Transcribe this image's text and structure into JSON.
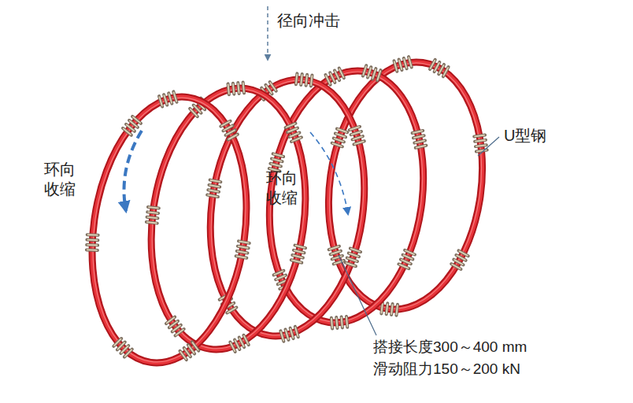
{
  "diagram": {
    "labels": [
      "径向冲击",
      "环向收缩",
      "环向收缩",
      "U型钢",
      "搭接长度300～400 mm",
      "滑动阻力150～200 kN"
    ]
  }
}
